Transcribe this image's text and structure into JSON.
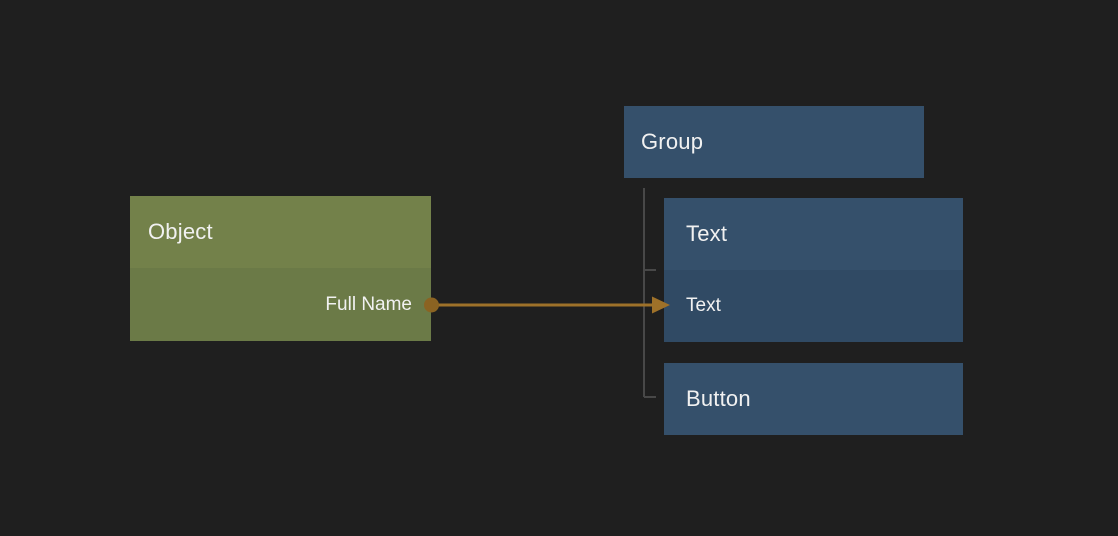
{
  "canvas": {
    "background": "#1f1f1f"
  },
  "object_node": {
    "title": "Object",
    "field_label": "Full Name",
    "header_color": "#73814a",
    "row_color": "#6b7a47"
  },
  "widget_tree": {
    "group_node": {
      "title": "Group",
      "color": "#35506b"
    },
    "text_node": {
      "title": "Text",
      "binding_row_label": "Text",
      "header_color": "#35506b",
      "row_color": "#304a64"
    },
    "button_node": {
      "title": "Button",
      "color": "#35506b"
    },
    "connector_line_color": "#484848"
  },
  "binding_wire": {
    "from": "Full Name",
    "to": "Text",
    "wire_color": "#9e7129",
    "origin_dot_color": "#8b6322"
  },
  "text_color": "#f1f1f1"
}
